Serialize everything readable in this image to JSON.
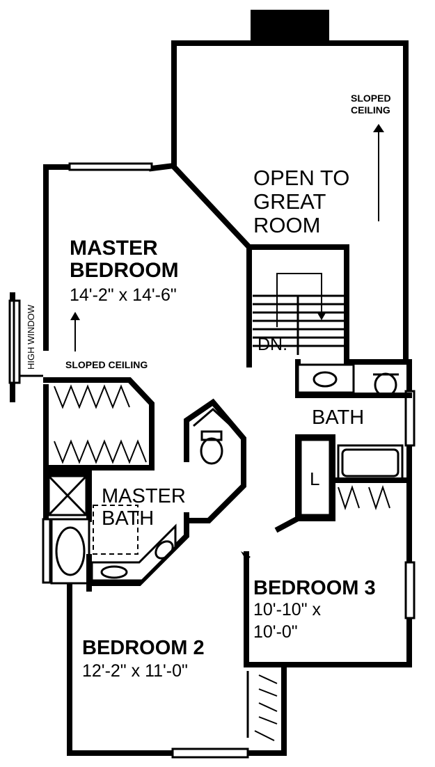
{
  "rooms": {
    "open_to_great_room": [
      "OPEN TO",
      "GREAT",
      "ROOM"
    ],
    "sloped_ceiling_top": [
      "SLOPED",
      "CEILING"
    ],
    "master_bedroom": {
      "name": [
        "MASTER",
        "BEDROOM"
      ],
      "size": "14'-2\" x 14'-6\""
    },
    "sloped_ceiling_left": "SLOPED CEILING",
    "high_window": "HIGH WINDOW",
    "stair_label": "DN.",
    "bath": "BATH",
    "linen_label": "L",
    "master_bath": [
      "MASTER",
      "BATH"
    ],
    "bedroom_3": {
      "name": "BEDROOM 3",
      "size": [
        "10'-10\" x",
        "10'-0\""
      ]
    },
    "bedroom_2": {
      "name": "BEDROOM 2",
      "size": "12'-2\" x 11'-0\""
    }
  }
}
